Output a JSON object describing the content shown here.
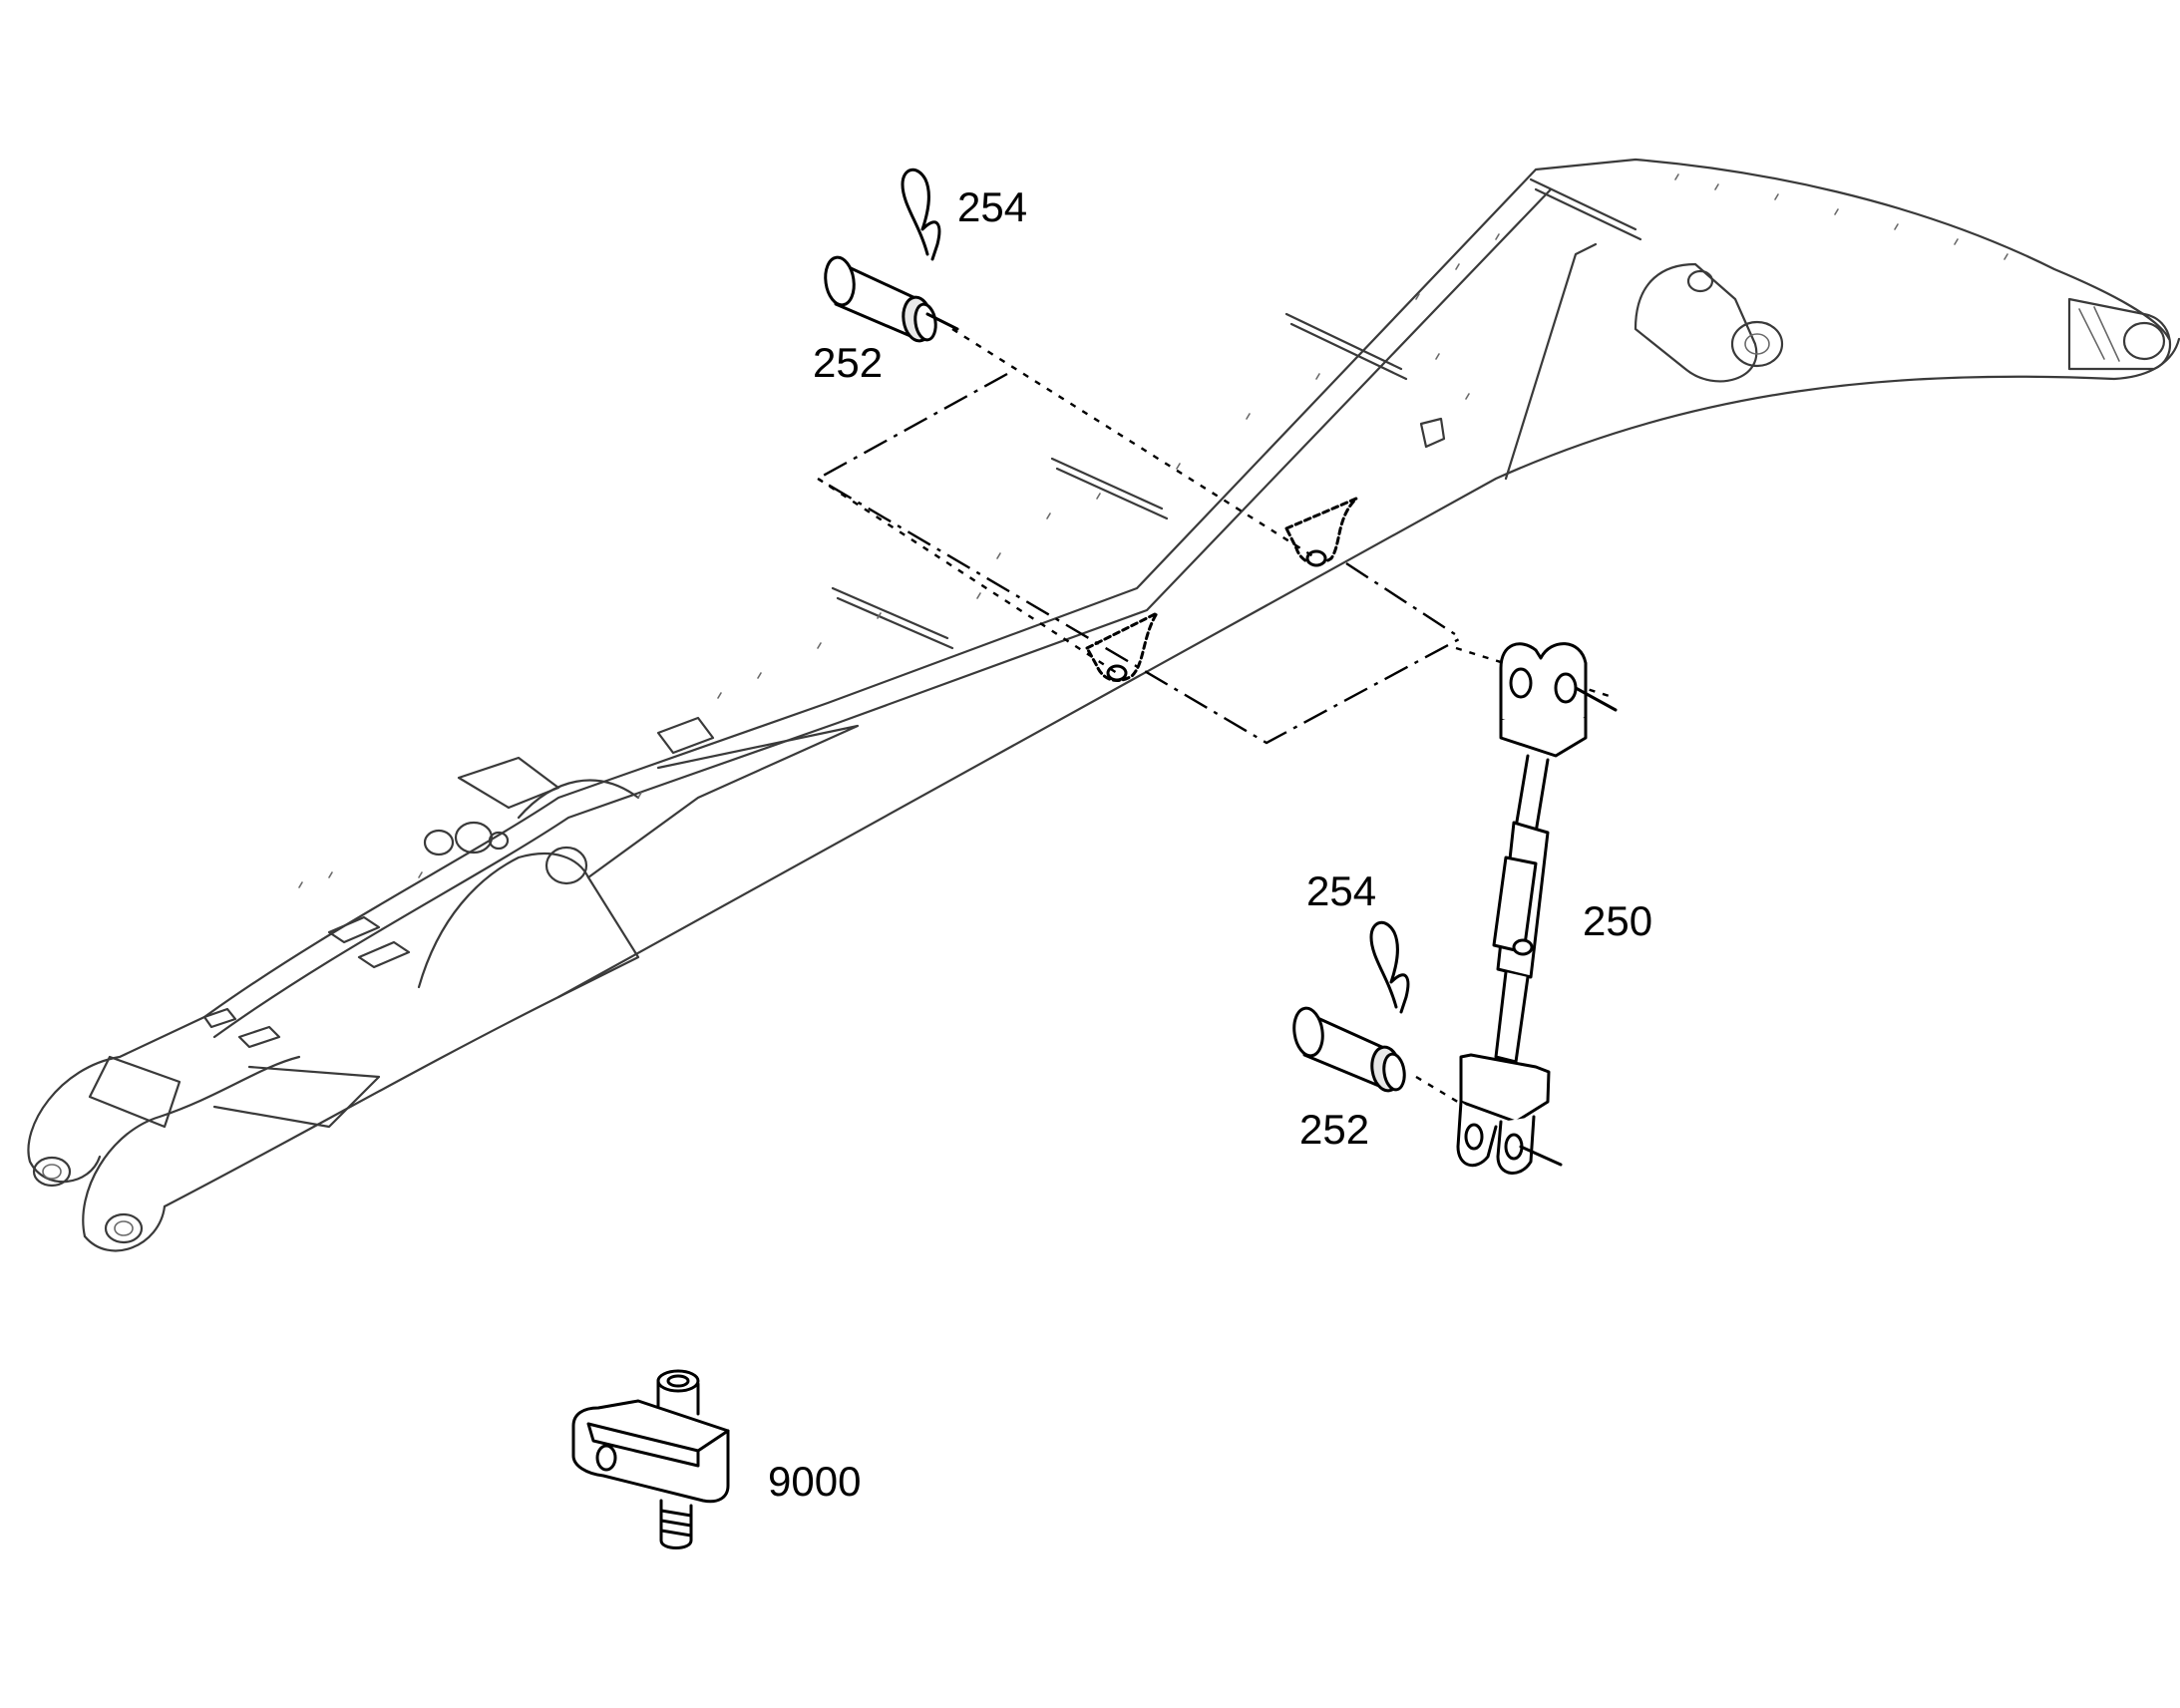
{
  "diagram": {
    "callouts": {
      "clip_top": "254",
      "pin_top": "252",
      "turnbuckle": "250",
      "clip_bottom": "254",
      "pin_bottom": "252",
      "bracket": "9000"
    }
  }
}
